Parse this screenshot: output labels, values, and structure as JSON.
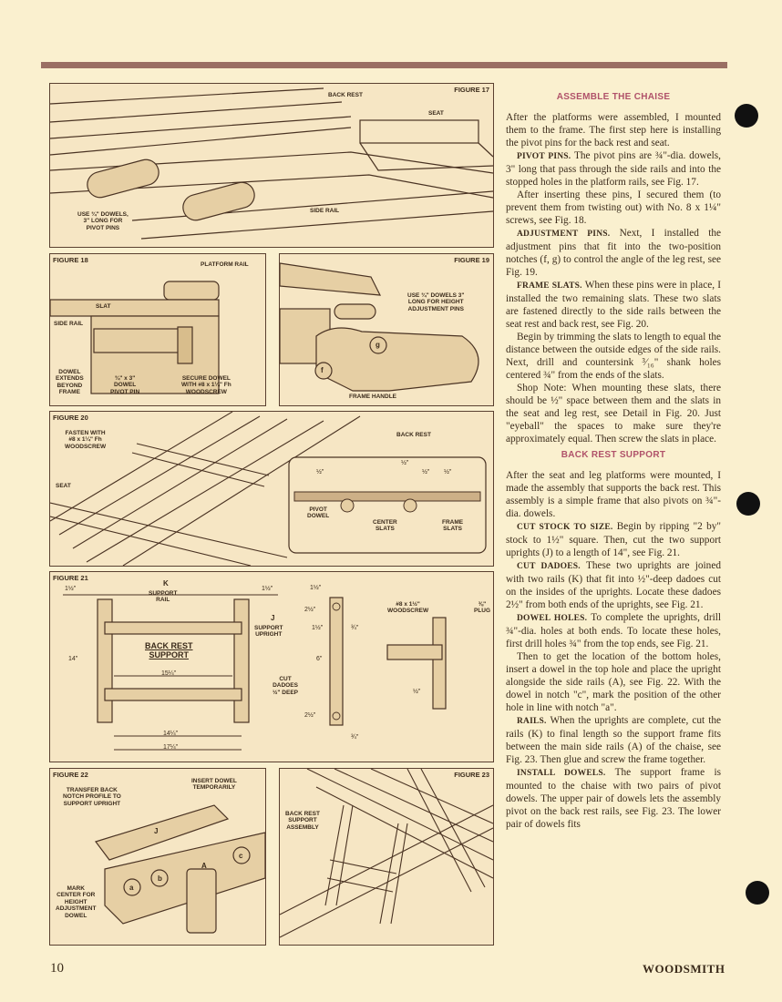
{
  "page": {
    "number": "10",
    "brand": "WOODSMITH"
  },
  "fig17": {
    "label": "FIGURE 17",
    "back_rest": "BACK REST",
    "seat": "SEAT",
    "side_rail": "SIDE RAIL",
    "dowels": "USE ¾\" DOWELS,\n3\" LONG FOR\nPIVOT PINS"
  },
  "fig18": {
    "label": "FIGURE 18",
    "platform_rail": "PLATFORM RAIL",
    "slat": "SLAT",
    "side_rail": "SIDE RAIL",
    "dowel_extends": "DOWEL\nEXTENDS\nBEYOND\nFRAME",
    "pivot_pin": "¾\" x 3\"\nDOWEL\nPIVOT PIN",
    "secure": "SECURE DOWEL\nWITH #8 x 1¼\" Fh\nWOODSCREW"
  },
  "fig19": {
    "label": "FIGURE 19",
    "dowels": "USE ¾\" DOWELS 3\"\nLONG FOR HEIGHT\nADJUSTMENT PINS",
    "handle": "FRAME HANDLE",
    "f": "f",
    "g": "g"
  },
  "fig20": {
    "label": "FIGURE 20",
    "fasten": "FASTEN WITH\n#8 x 1¼\" Fh\nWOODSCREW",
    "back_rest": "BACK REST",
    "seat": "SEAT",
    "pivot": "PIVOT\nDOWEL",
    "center": "CENTER\nSLATS",
    "frame": "FRAME\nSLATS",
    "half1": "½\"",
    "half2": "½\"",
    "half3": "½\"",
    "half4": "½\""
  },
  "fig21": {
    "label": "FIGURE 21",
    "support_rail": "SUPPORT\nRAIL",
    "k": "K",
    "j": "J",
    "support_upright": "SUPPORT\nUPRIGHT",
    "title": "BACK REST\nSUPPORT",
    "cut": "CUT\nDADOES\n½\" DEEP",
    "wood": "#8 x 1½\"\nWOODSCREW",
    "plug": "⅜\"\nPLUG",
    "d_1half_l": "1½\"",
    "d_1half_r": "1½\"",
    "d_14": "14\"",
    "d_15": "15¼\"",
    "d_14b": "14¼\"",
    "d_17": "17¼\"",
    "d_2half": "2½\"",
    "d_1half_a": "1½\"",
    "d_6": "6\"",
    "d_1half_b": "1½\"",
    "d_2half_b": "2½\"",
    "d_34a": "¾\"",
    "d_34b": "¾\"",
    "d_half": "½\""
  },
  "fig22": {
    "label": "FIGURE 22",
    "transfer": "TRANSFER BACK\nNOTCH PROFILE TO\nSUPPORT UPRIGHT",
    "insert": "INSERT DOWEL\nTEMPORARILY",
    "mark": "MARK\nCENTER FOR\nHEIGHT\nADJUSTMENT\nDOWEL",
    "j": "J",
    "a": "A",
    "b": "b",
    "c": "c",
    "aa": "a"
  },
  "fig23": {
    "label": "FIGURE 23",
    "assembly": "BACK REST\nSUPPORT\nASSEMBLY"
  },
  "text": {
    "h1": "ASSEMBLE THE CHAISE",
    "p1": "After the platforms were assembled, I mounted them to the frame. The first step here is installing the pivot pins for the back rest and seat.",
    "p2_lead": "PIVOT PINS.",
    "p2": " The pivot pins are ¾\"-dia. dowels, 3\" long that pass through the side rails and into the stopped holes in the platform rails, see Fig. 17.",
    "p3": "After inserting these pins, I secured them (to prevent them from twisting out) with No. 8 x 1¼\" screws, see Fig. 18.",
    "p4_lead": "ADJUSTMENT PINS.",
    "p4": " Next, I installed the adjustment pins that fit into the two-position notches (f, g) to control the angle of the leg rest, see Fig. 19.",
    "p5_lead": "FRAME SLATS.",
    "p5": " When these pins were in place, I installed the two remaining slats. These two slats are fastened directly to the side rails between the seat rest and back rest, see Fig. 20.",
    "p6": "Begin by trimming the slats to length to equal the distance between the outside edges of the side rails. Next, drill and countersink ³⁄₁₆\" shank holes centered ¾\" from the ends of the slats.",
    "p7": "Shop Note: When mounting these slats, there should be ½\" space between them and the slats in the seat and leg rest, see Detail in Fig. 20. Just \"eyeball\" the spaces to make sure they're approximately equal. Then screw the slats in place.",
    "h2": "BACK REST SUPPORT",
    "p8": "After the seat and leg platforms were mounted, I made the assembly that supports the back rest. This assembly is a simple frame that also pivots on ¾\"-dia. dowels.",
    "p9_lead": "CUT STOCK TO SIZE.",
    "p9": " Begin by ripping \"2 by\" stock to 1½\" square. Then, cut the two support uprights (J) to a length of 14\", see Fig. 21.",
    "p10_lead": "CUT DADOES.",
    "p10": " These two uprights are joined with two rails (K) that fit into ½\"-deep dadoes cut on the insides of the uprights. Locate these dadoes 2½\" from both ends of the uprights, see Fig. 21.",
    "p11_lead": "DOWEL HOLES.",
    "p11": " To complete the uprights, drill ¾\"-dia. holes at both ends. To locate these holes, first drill holes ¾\" from the top ends, see Fig. 21.",
    "p12": "Then to get the location of the bottom holes, insert a dowel in the top hole and place the upright alongside the side rails (A), see Fig. 22. With the dowel in notch \"c\", mark the position of the other hole in line with notch \"a\".",
    "p13_lead": "RAILS.",
    "p13": " When the uprights are complete, cut the rails (K) to final length so the support frame fits between the main side rails (A) of the chaise, see Fig. 23. Then glue and screw the frame together.",
    "p14_lead": "INSTALL DOWELS.",
    "p14": " The support frame is mounted to the chaise with two pairs of pivot dowels. The upper pair of dowels lets the assembly pivot on the back rest rails, see Fig. 23. The lower pair of dowels fits"
  }
}
